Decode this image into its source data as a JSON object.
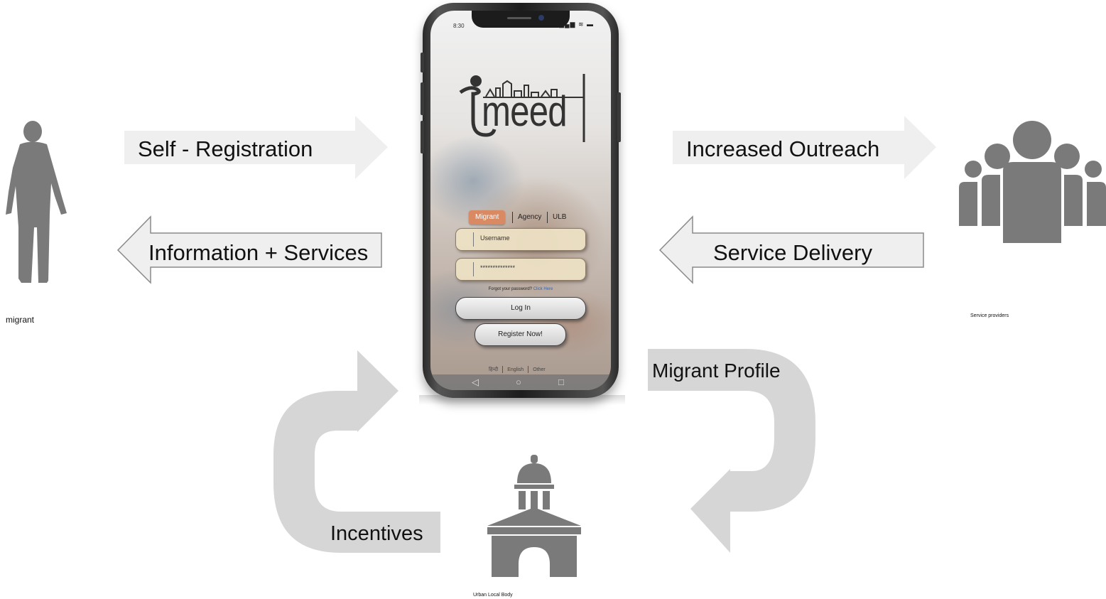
{
  "actors": {
    "migrant": "migrant",
    "service_providers": "Service providers",
    "ulb": "Urban Local Body"
  },
  "flows": {
    "self_registration": "Self - Registration",
    "information_services": "Information + Services",
    "increased_outreach": "Increased Outreach",
    "service_delivery": "Service Delivery",
    "migrant_profile": "Migrant Profile",
    "incentives": "Incentives"
  },
  "phone": {
    "time": "8:30",
    "status_icons": "signal wifi battery",
    "logo_text": "meed",
    "tabs": [
      "Migrant",
      "Agency",
      "ULB"
    ],
    "username_placeholder": "Username",
    "password_value": "**************",
    "forgot_text": "Forgot your password?",
    "forgot_link": "Click Here",
    "login_label": "Log In",
    "register_label": "Register Now!",
    "languages": [
      "हिन्दी",
      "English",
      "Other"
    ],
    "nav_icons": [
      "back-icon",
      "home-icon",
      "recents-icon"
    ]
  },
  "colors": {
    "arrow_light": "#efefef",
    "arrow_curved": "#d6d6d6",
    "icon_gray": "#7a7a7a",
    "tab_active": "#d98a63"
  }
}
